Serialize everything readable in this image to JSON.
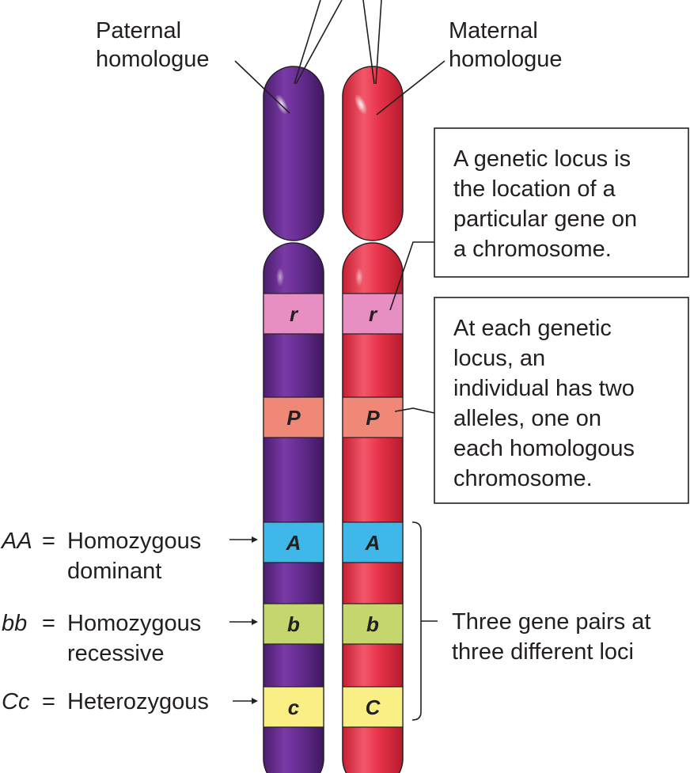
{
  "labels": {
    "paternal": [
      "Paternal",
      "homologue"
    ],
    "maternal": [
      "Maternal",
      "homologue"
    ]
  },
  "callouts": {
    "locus": [
      "A genetic locus is",
      "the location of a",
      "particular gene on",
      "a chromosome."
    ],
    "alleles": [
      "At each genetic",
      "locus, an",
      "individual has two",
      "alleles, one on",
      "each homologous",
      "chromosome."
    ],
    "gene_pairs": [
      "Three gene pairs at",
      "three different loci"
    ]
  },
  "genotypes": [
    {
      "code": "AA",
      "eq": "=",
      "desc": [
        "Homozygous",
        "dominant"
      ]
    },
    {
      "code": "bb",
      "eq": "=",
      "desc": [
        "Homozygous",
        "recessive"
      ]
    },
    {
      "code": "Cc",
      "eq": "=",
      "desc": [
        "Heterozygous"
      ]
    }
  ],
  "bands": {
    "paternal": [
      "r",
      "P",
      "A",
      "b",
      "c"
    ],
    "maternal": [
      "r",
      "P",
      "A",
      "b",
      "C"
    ]
  },
  "colors": {
    "paternal": "#662d91",
    "maternal": "#e8344a",
    "band_r": "#e78ec2",
    "band_P": "#f08878",
    "band_A": "#3fb7e8",
    "band_b": "#c5d66e",
    "band_c": "#f9ef85"
  }
}
